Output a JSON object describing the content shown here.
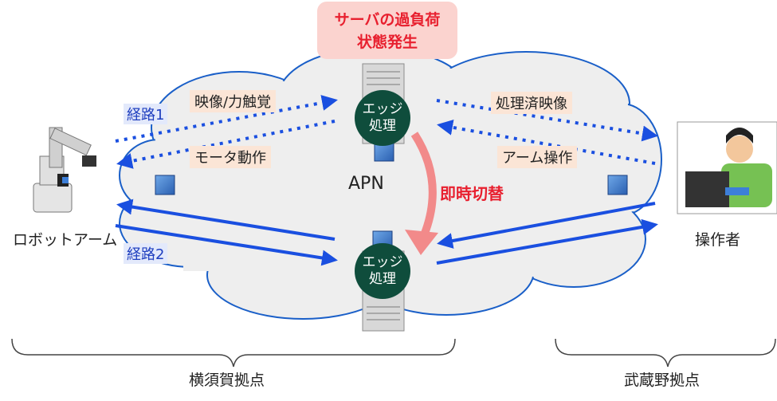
{
  "alert": {
    "line1": "サーバの過負荷",
    "line2": "状態発生"
  },
  "cloud": {
    "label": "APN"
  },
  "edge_top": {
    "line1": "エッジ",
    "line2": "処理"
  },
  "edge_bottom": {
    "line1": "エッジ",
    "line2": "処理"
  },
  "flows": {
    "video_haptics": "映像/力触覚",
    "motor_action": "モータ動作",
    "processed_video": "処理済映像",
    "arm_operation": "アーム操作"
  },
  "routes": {
    "route1": "経路1",
    "route2": "経路2"
  },
  "switch_label": "即時切替",
  "endpoints": {
    "robot": "ロボットアーム",
    "operator": "操作者"
  },
  "sites": {
    "yokosuka": "横須賀拠点",
    "musashino": "武蔵野拠点"
  },
  "colors": {
    "arrow": "#1a4fe0",
    "switch_arrow": "#f28a8a",
    "edge_node": "#0f4d3c",
    "alert": "#e8202f"
  }
}
